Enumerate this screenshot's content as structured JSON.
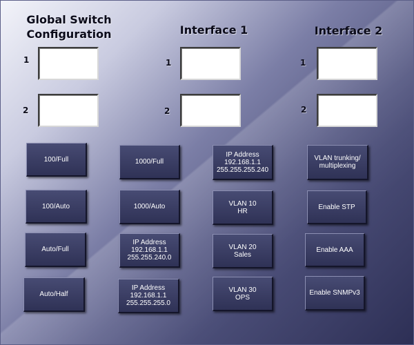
{
  "headers": {
    "global": "Global Switch\nConfiguration",
    "interface1": "Interface 1",
    "interface2": "Interface 2"
  },
  "slot_numbers": {
    "global_1": "1",
    "global_2": "2",
    "if1_1": "1",
    "if1_2": "2",
    "if2_1": "1",
    "if2_2": "2"
  },
  "options": {
    "b_100full": "100/Full",
    "b_100auto": "100/Auto",
    "b_autofull": "Auto/Full",
    "b_autohalf": "Auto/Half",
    "b_1000full": "1000/Full",
    "b_1000auto": "1000/Auto",
    "b_ip240_0": "IP Address\n192.168.1.1\n255.255.240.0",
    "b_ip255_0": "IP Address\n192.168.1.1\n255.255.255.0",
    "b_ip255_240": "IP Address\n192.168.1.1\n255.255.255.240",
    "b_vlan10": "VLAN 10\nHR",
    "b_vlan20": "VLAN 20\nSales",
    "b_vlan30": "VLAN 30\nOPS",
    "b_trunk": "VLAN trunking/\nmultiplexing",
    "b_stp": "Enable STP",
    "b_aaa": "Enable AAA",
    "b_snmp": "Enable SNMPv3"
  }
}
